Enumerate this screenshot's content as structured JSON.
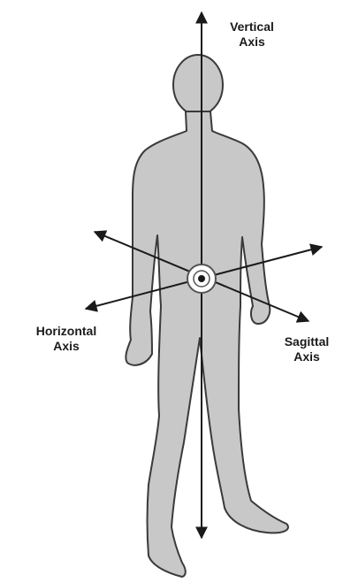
{
  "labels": {
    "vertical": {
      "line1": "Vertical",
      "line2": "Axis"
    },
    "horizontal": {
      "line1": "Horizontal",
      "line2": "Axis"
    },
    "sagittal": {
      "line1": "Sagittal",
      "line2": "Axis"
    }
  },
  "colors": {
    "figure_fill": "#c8c8c8",
    "figure_stroke": "#3a3a3a",
    "axis_line": "#1a1a1a",
    "center_marker_fill": "#ffffff"
  },
  "icons": {
    "figure": "human-body-outline",
    "center": "center-of-gravity-target"
  }
}
